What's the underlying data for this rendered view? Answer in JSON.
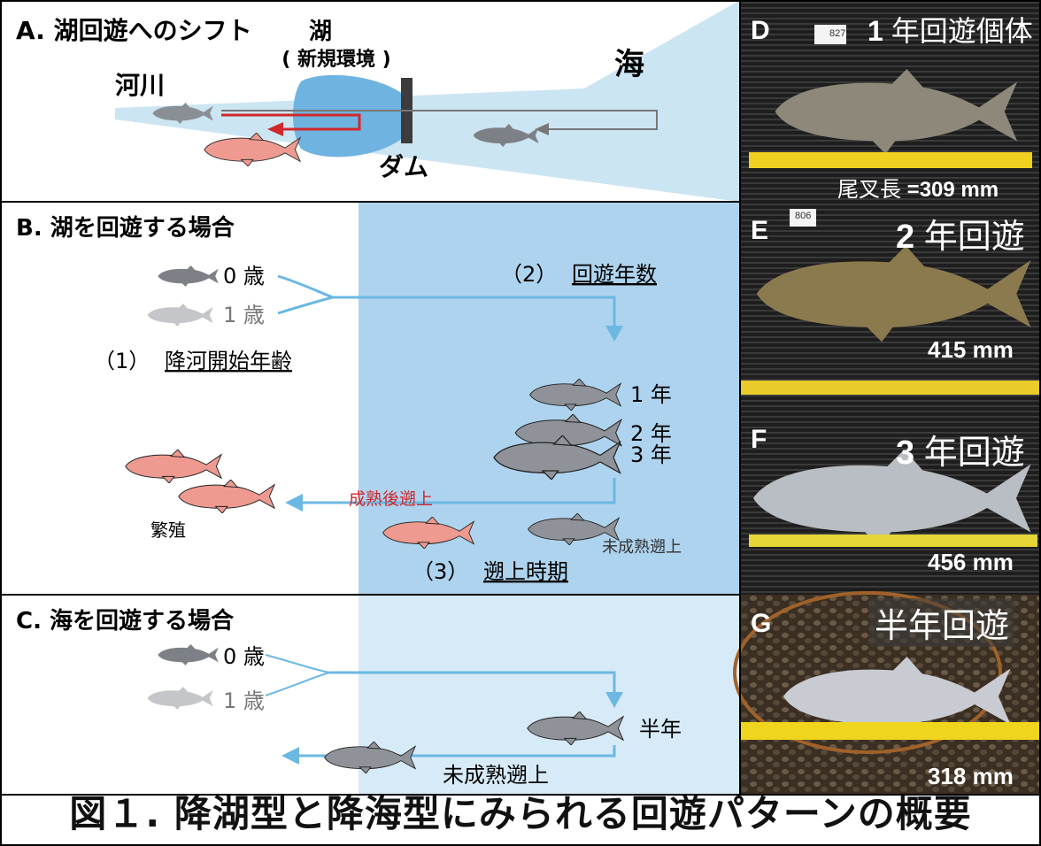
{
  "panelA": {
    "title": "A. 湖回遊へのシフト",
    "river": "河川",
    "lake_title": "湖",
    "lake_sub": "( 新規環境 )",
    "sea": "海",
    "dam": "ダム"
  },
  "panelB": {
    "title": "B. 湖を回遊する場合",
    "age0": "0 歳",
    "age1": "1 歳",
    "step1": "（1）",
    "step1_label": "降河開始年齢",
    "step2": "（2）",
    "step2_label": "回遊年数",
    "year1": "1 年",
    "year2": "2 年",
    "year3": "3 年",
    "mature_return": "成熟後遡上",
    "spawning": "繁殖",
    "immature_return": "未成熟遡上",
    "step3": "（3）",
    "step3_label": "遡上時期"
  },
  "panelC": {
    "title": "C. 海を回遊する場合",
    "age0": "0 歳",
    "age1": "1 歳",
    "half_year": "半年",
    "immature_return": "未成熟遡上"
  },
  "photos": [
    {
      "letter": "D",
      "title_num": "1",
      "title_rest": " 年回遊個体",
      "size_prefix": "尾叉長 ",
      "size": "=309 mm",
      "tag": "827"
    },
    {
      "letter": "E",
      "title_num": "2",
      "title_rest": " 年回遊",
      "size_prefix": "",
      "size": "415 mm",
      "tag": "806"
    },
    {
      "letter": "F",
      "title_num": "3",
      "title_rest": " 年回遊",
      "size_prefix": "",
      "size": "456 mm",
      "tag": ""
    },
    {
      "letter": "G",
      "title_num": "",
      "title_rest": "半年回遊",
      "size_prefix": "",
      "size": "318 mm",
      "tag": ""
    }
  ],
  "caption": "図１. 降湖型と降海型にみられる回遊パターンの概要",
  "colors": {
    "lake_blue": "#6fb3e0",
    "panel_b_bg": "#aed3ee",
    "panel_c_bg": "#d7eaf7",
    "sea_blue": "#cce5f3",
    "arrow_blue": "#6cb8e2",
    "red_arrow": "#d0282c",
    "spawner_pink": "#ef9a90",
    "silver_fish": "#9a9ea4",
    "parr_grey": "#b9bdc2",
    "dam": "#3c3c3c"
  },
  "icons": [
    "fish-parr-icon",
    "fish-smolt-icon",
    "fish-adult-icon",
    "fish-spawner-icon",
    "arrow-icon"
  ]
}
